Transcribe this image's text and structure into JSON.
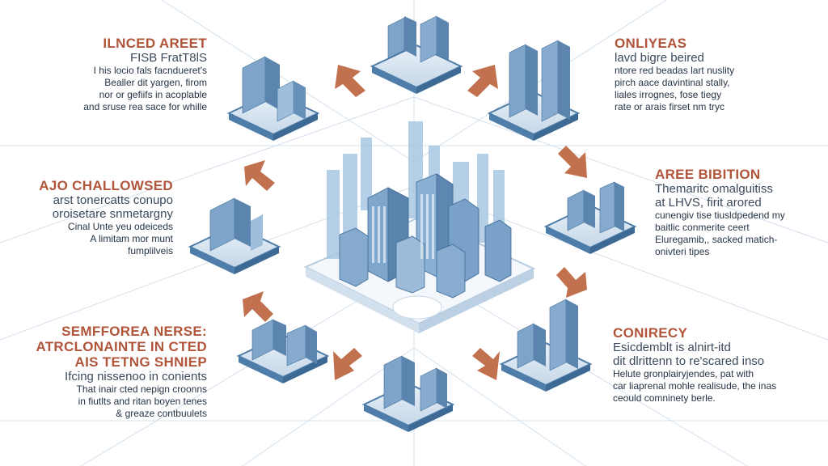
{
  "blocks": {
    "top_left": {
      "title": "ILNCED AREET",
      "subtitle": "FISB FratT8lS",
      "lines": [
        "I his locio fals facndueret's",
        "Bealler dit yargen, firom",
        "nor or gefiifs in acoplable",
        "and sruse rea sace for whille"
      ]
    },
    "top_right": {
      "title": "ONLIYEAS",
      "subtitle": "lavd bigre beired",
      "lines": [
        "ntore red beadas lart nuslity",
        "pirch aace davintinal stally,",
        "liales irrognes, fose tiegy",
        "rate or arais firset nm tryc"
      ]
    },
    "mid_left": {
      "title": "AJO CHALLOWSED",
      "subtitle": "arst tonercatts conupo",
      "subtitle2": "oroisetare snmetargny",
      "lines": [
        "Cinal Unte yeu odeiceds",
        "A limitam mor munt",
        "fumplilveis"
      ]
    },
    "mid_right": {
      "title": "AREE BIBITION",
      "subtitle": "Themaritc omalguitiss",
      "subtitle2": "at LHVS, firit arored",
      "lines": [
        "cunengiv tise tiusldpedend my",
        "baitlic conmerite ceert",
        "Eluregamib,, sacked matich-",
        "onivteri tipes"
      ]
    },
    "bottom_left": {
      "title": "SEMFFOREA NERSE:",
      "title2": "ATRCLONAINTE IN CTED",
      "title3": "AIS TETNG SHNIEP",
      "subtitle": "Ifcing nissenoo in conients",
      "lines": [
        "That inair cted nepign croonns",
        "in fiutlts and ritan boyen tenes",
        "& greaze contbuulets"
      ]
    },
    "bottom_right": {
      "title": "CONIRECY",
      "subtitle": "Esicdemblt is alnirt-itd",
      "subtitle2": "dit dlrittenn to re'scared inso",
      "lines": [
        "Helute gronplairyjendes, pat with",
        "car liaprenal mohle realisude, the inas",
        "ceould comninety berle."
      ]
    }
  },
  "colors": {
    "title": "#b0553a",
    "arrow": "#c2714f",
    "platform": "#4d7da8",
    "building": "#5f86b0",
    "grid": "#c7d6e6"
  },
  "icons": [
    "tower-cluster",
    "cycle-arrow",
    "city-center"
  ]
}
